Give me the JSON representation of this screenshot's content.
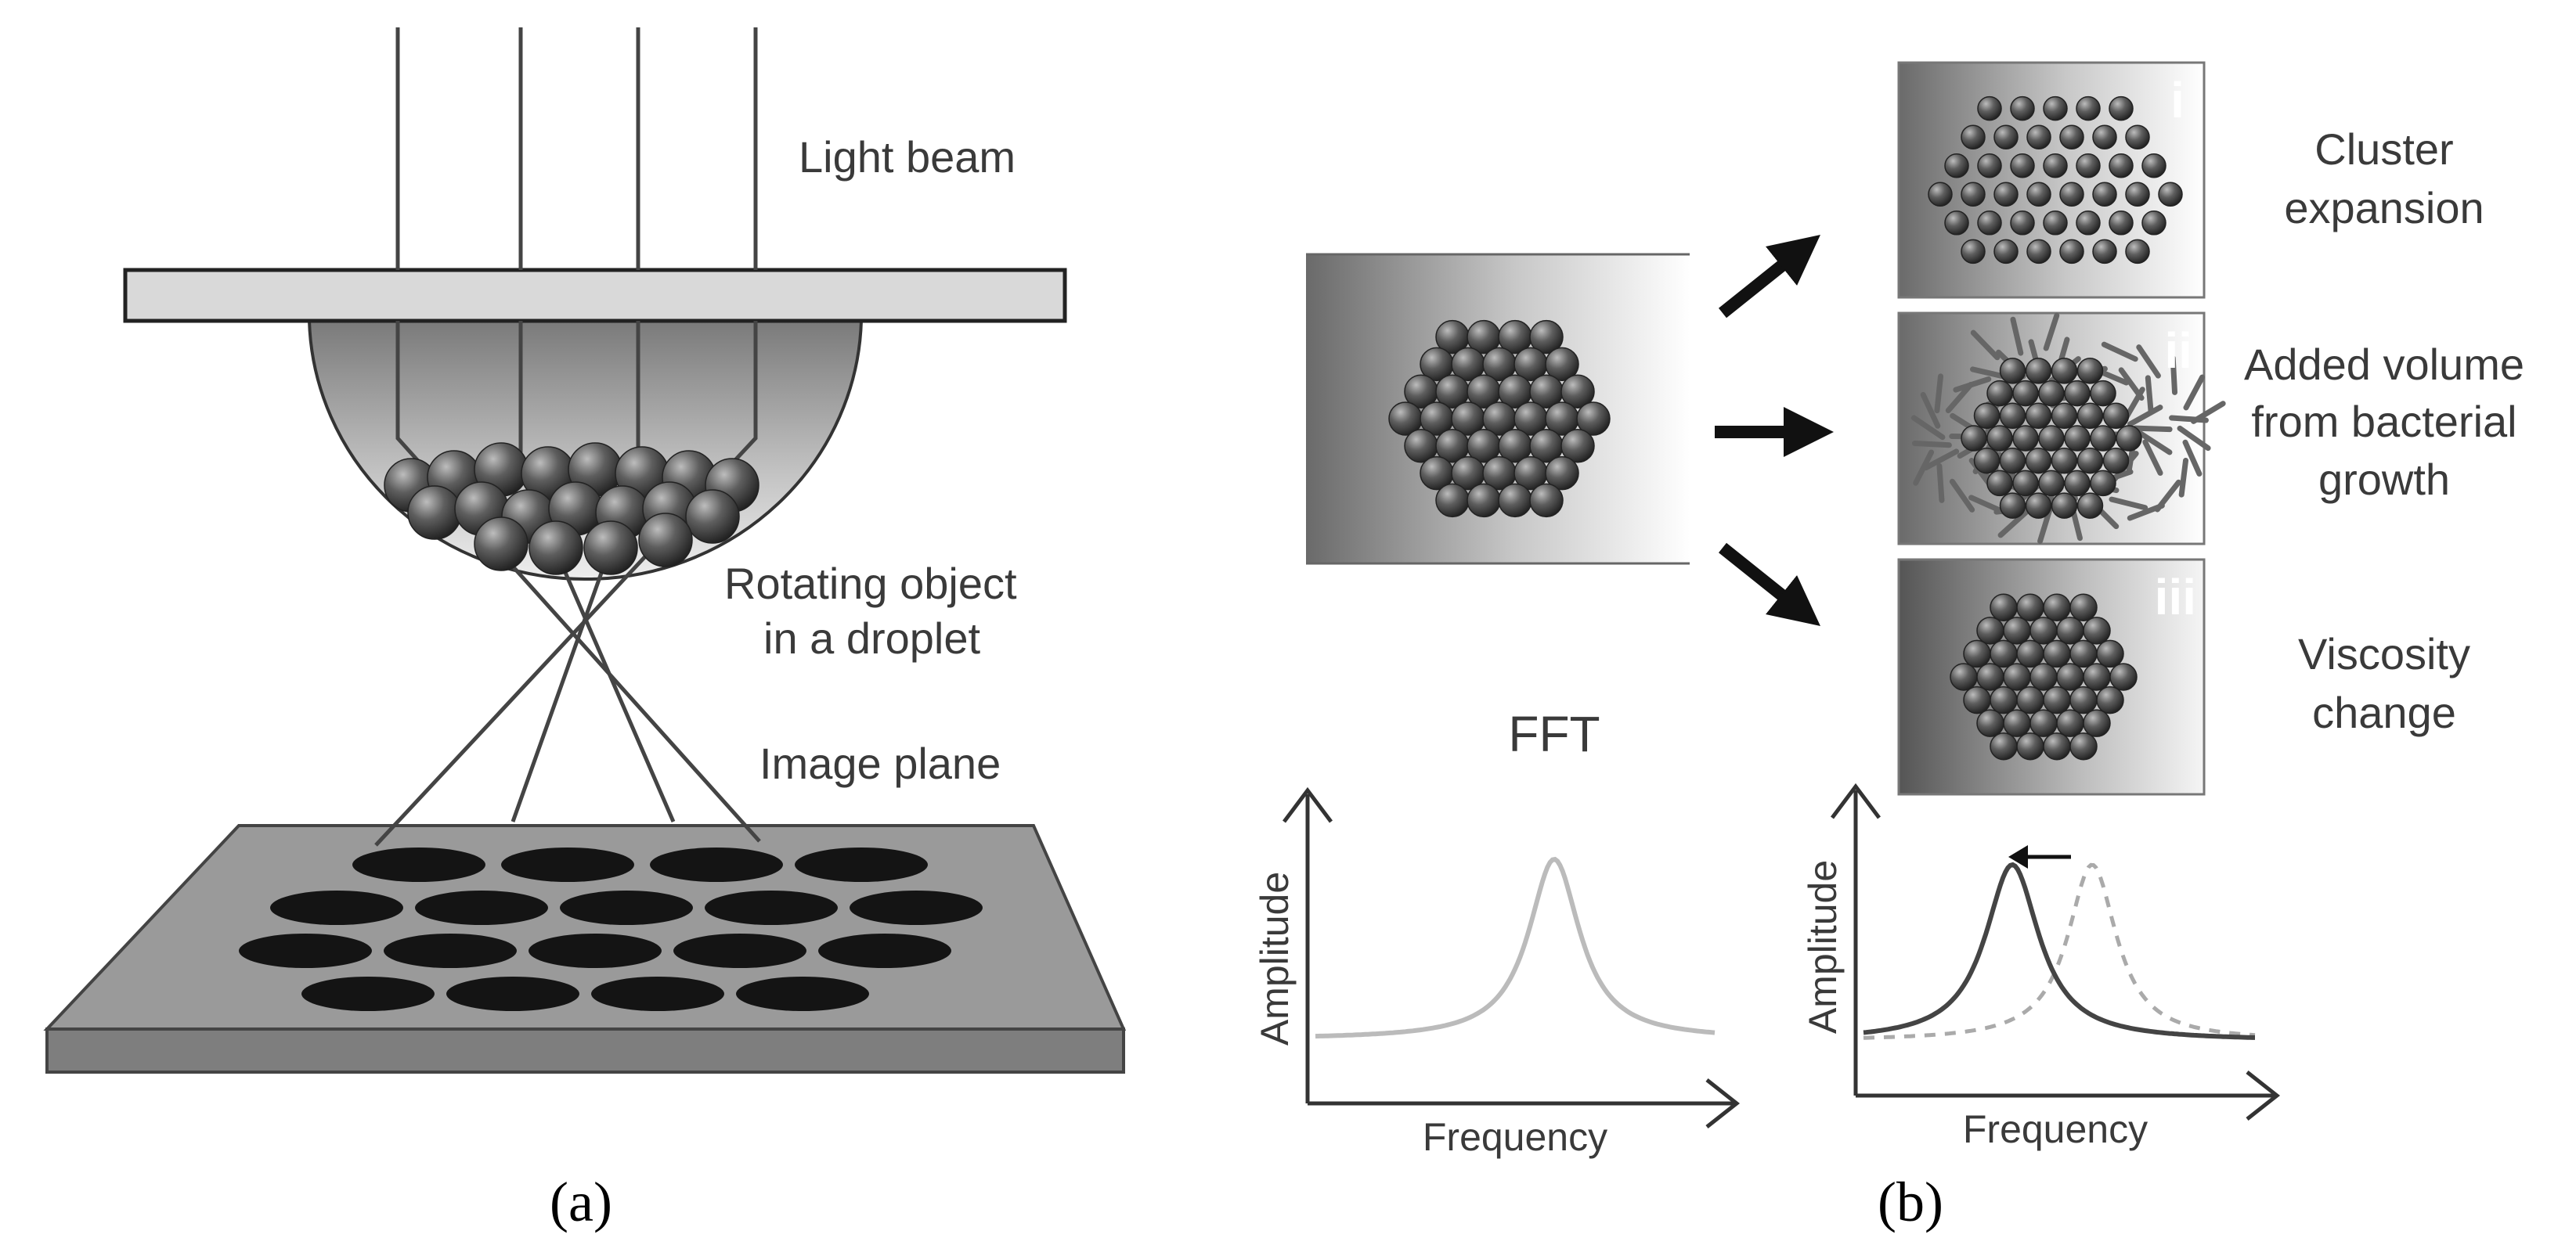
{
  "panel_a": {
    "panel_label": "(a)",
    "light_beam": "Light beam",
    "rotating_object_line1": "Rotating object",
    "rotating_object_line2": "in a droplet",
    "image_plane": "Image plane"
  },
  "panel_b": {
    "panel_label": "(b)",
    "fft_title": "FFT",
    "outcomes": [
      {
        "roman": "i",
        "line1": "Cluster",
        "line2": "expansion",
        "line3": ""
      },
      {
        "roman": "ii",
        "line1": "Added volume",
        "line2": "from bacterial",
        "line3": "growth"
      },
      {
        "roman": "iii",
        "line1": "Viscosity",
        "line2": "change",
        "line3": ""
      }
    ],
    "plot_left": {
      "xlabel": "Frequency",
      "ylabel": "Amplitude"
    },
    "plot_right": {
      "xlabel": "Frequency",
      "ylabel": "Amplitude"
    }
  },
  "colors": {
    "line": "#555555",
    "ink": "#1a1a1a",
    "peak_light": "#bbbbbb",
    "peak_dark": "#444444"
  }
}
